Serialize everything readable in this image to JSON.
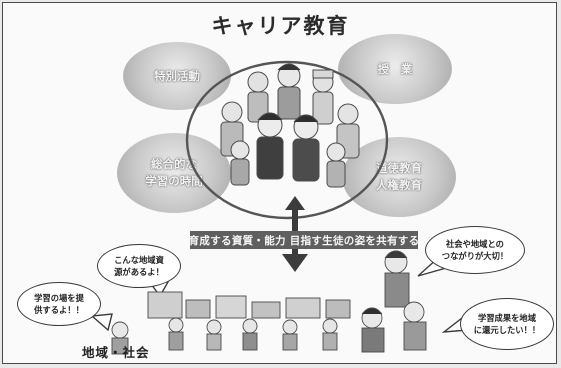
{
  "title": "キャリア教育",
  "bubbles": {
    "top_left": "特別活動",
    "top_right": "授　業",
    "bottom_left": "総合的な\n学習の時間",
    "bottom_right": "道徳教育\n人権教育"
  },
  "banner": "育成する資質・能力 目指す生徒の姿を共有する",
  "speech": {
    "left_top": "こんな地域資\n源があるよ！",
    "left_bottom": "学習の場を提\n供するよ！！",
    "right_top": "社会や地域との\nつながりが大切！",
    "right_bottom": "学習成果を地域\nに還元したい！！"
  },
  "community_label": "地域・社会",
  "colors": {
    "bubble": "#c8c8c8",
    "banner": "#5f5f5f",
    "outline": "#3a3a3a"
  }
}
